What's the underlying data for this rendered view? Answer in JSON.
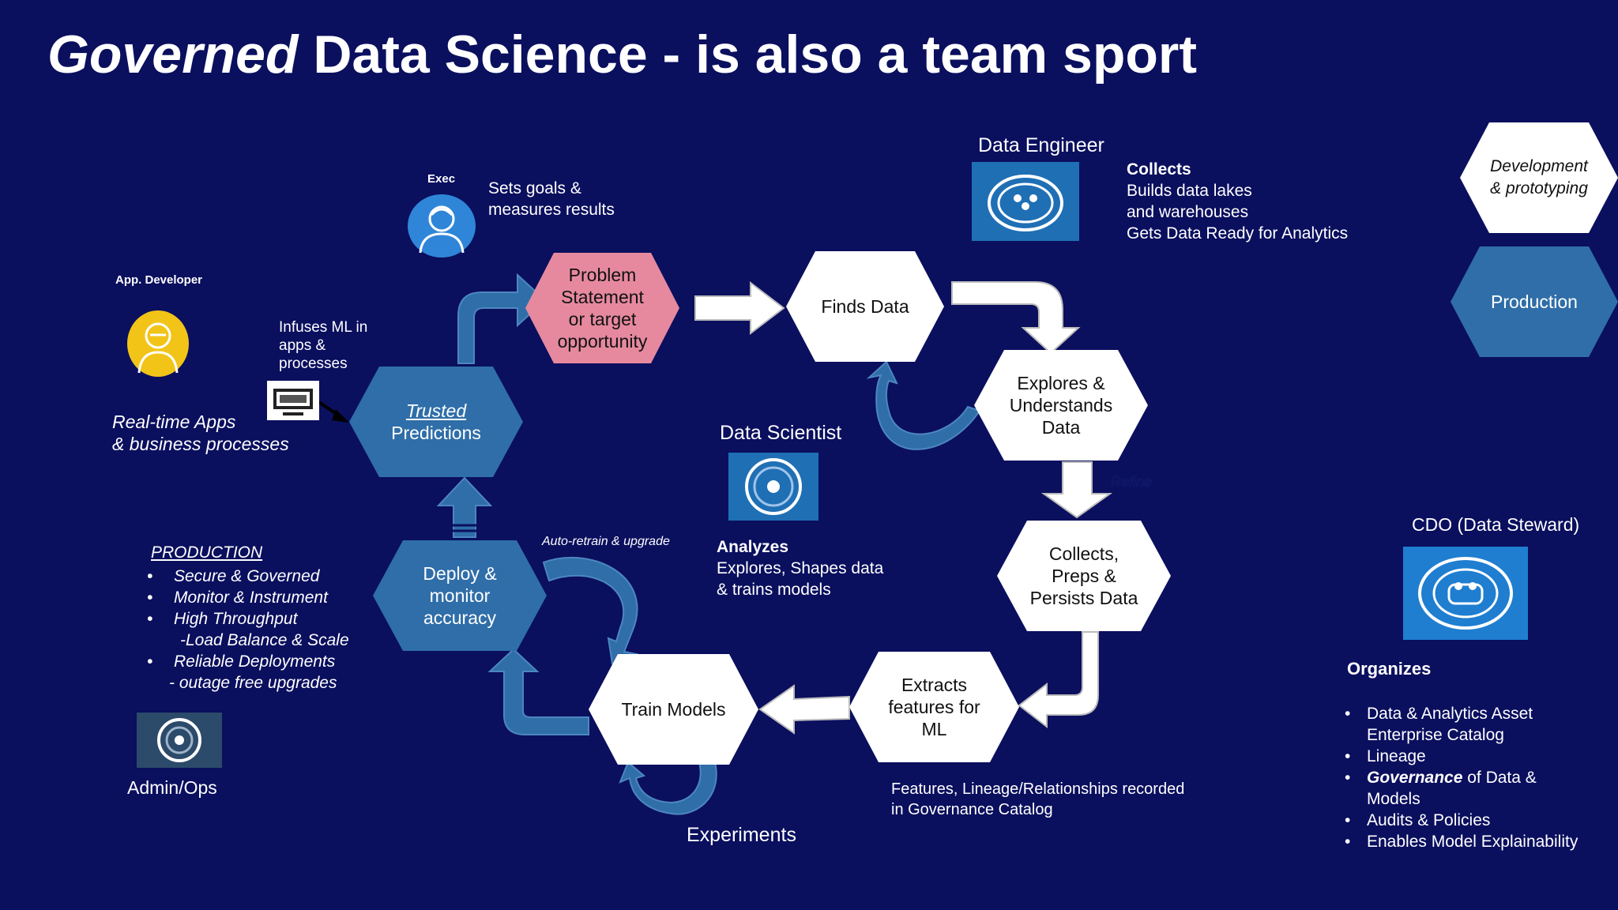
{
  "slide": {
    "title": {
      "italic": "Governed",
      "rest": " Data Science  - is also a team sport"
    },
    "colors": {
      "background": "#0a0f5e",
      "hex_white": "#ffffff",
      "hex_blue": "#2f6ea8",
      "hex_pink": "#e6899e",
      "icon_blue": "#1f6fb5",
      "icon_yellow": "#f2c418"
    },
    "nodes": {
      "problem": "Problem\nStatement\nor target\nopportunity",
      "finds_data": "Finds Data",
      "explores": "Explores &\nUnderstands\nData",
      "collects": "Collects,\nPreps &\nPersists Data",
      "extracts": "Extracts\nfeatures for\nML",
      "train": "Train  Models",
      "deploy": "Deploy &\nmonitor\naccuracy",
      "trusted_line1": "Trusted",
      "trusted_line2": "Predictions",
      "development": "Development\n& prototyping",
      "production": "Production"
    },
    "roles": {
      "exec": {
        "name": "Exec",
        "desc": [
          "Sets goals &",
          "measures results"
        ],
        "icon": "exec-person-icon"
      },
      "app_developer": {
        "name": "App. Developer",
        "icon": "developer-person-icon",
        "infuses": [
          "Infuses ML in",
          "apps &",
          "processes"
        ],
        "realtime": [
          "Real-time Apps",
          "& business processes"
        ]
      },
      "data_engineer": {
        "name": "Data Engineer",
        "icon": "data-engineer-icon",
        "heading": "Collects",
        "desc": [
          "Builds data lakes",
          "and warehouses",
          "Gets Data Ready for Analytics"
        ]
      },
      "data_scientist": {
        "name": "Data Scientist",
        "icon": "data-scientist-icon",
        "heading": "Analyzes",
        "desc": [
          "Explores, Shapes data",
          "& trains models"
        ]
      },
      "cdo": {
        "name": "CDO (Data Steward)",
        "icon": "data-steward-icon",
        "heading": "Organizes",
        "items": [
          {
            "lines": [
              "Data & Analytics Asset",
              "Enterprise Catalog"
            ]
          },
          {
            "lines": [
              "Lineage"
            ]
          },
          {
            "lines": [
              "Governance of Data &",
              "Models"
            ],
            "bold_prefix": "Governance"
          },
          {
            "lines": [
              "Audits & Policies"
            ]
          },
          {
            "lines": [
              "Enables Model Explainability"
            ]
          }
        ]
      },
      "admin_ops": {
        "name": "Admin/Ops",
        "icon": "admin-ops-icon"
      }
    },
    "production_list": {
      "heading": "PRODUCTION",
      "lines": [
        {
          "bullet": true,
          "text": "Secure & Governed"
        },
        {
          "bullet": true,
          "text": "Monitor & Instrument"
        },
        {
          "bullet": true,
          "text": "High Throughput"
        },
        {
          "bullet": false,
          "text": "-Load Balance  & Scale"
        },
        {
          "bullet": true,
          "text": "Reliable Deployments"
        },
        {
          "bullet": false,
          "text": "- outage free upgrades"
        }
      ]
    },
    "annotations": {
      "auto_retrain": "Auto-retrain & upgrade",
      "refine": "Refine",
      "experiments": "Experiments",
      "features_note": [
        "Features, Lineage/Relationships recorded",
        "in Governance Catalog"
      ]
    }
  }
}
